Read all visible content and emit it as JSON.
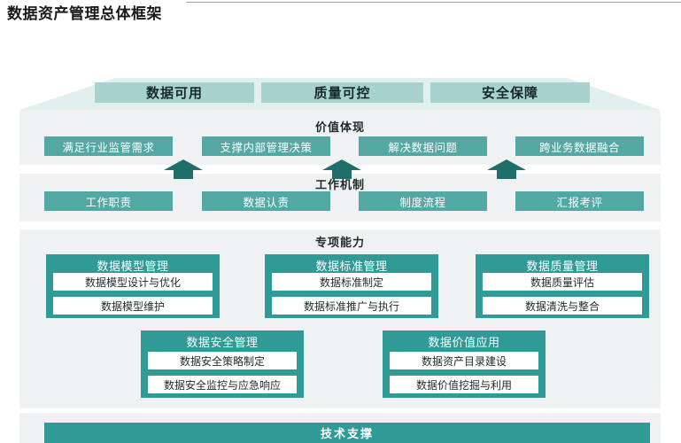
{
  "page": {
    "title": "数据资产管理总体框架"
  },
  "roof": {
    "items": [
      "数据可用",
      "质量可控",
      "安全保障"
    ]
  },
  "value": {
    "title": "价值体现",
    "items": [
      "满足行业监管需求",
      "支撑内部管理决策",
      "解决数据问题",
      "跨业务数据融合"
    ]
  },
  "mechanism": {
    "title": "工作机制",
    "items": [
      "工作职责",
      "数据认责",
      "制度流程",
      "汇报考评"
    ]
  },
  "capabilities": {
    "title": "专项能力",
    "modules": [
      {
        "title": "数据模型管理",
        "items": [
          "数据模型设计与优化",
          "数据模型维护"
        ]
      },
      {
        "title": "数据标准管理",
        "items": [
          "数据标准制定",
          "数据标准推广与执行"
        ]
      },
      {
        "title": "数据质量管理",
        "items": [
          "数据质量评估",
          "数据清洗与整合"
        ]
      },
      {
        "title": "数据安全管理",
        "items": [
          "数据安全策略制定",
          "数据安全监控与应急响应"
        ]
      },
      {
        "title": "数据价值应用",
        "items": [
          "数据资产目录建设",
          "数据价值挖掘与利用"
        ]
      }
    ]
  },
  "tech": {
    "title": "技术支撑"
  },
  "colors": {
    "roof": "#a8d2d0",
    "tile": "#53a8a3",
    "module": "#2f9a96",
    "arrow": "#1e6e6a",
    "panel": "#eff1f2"
  }
}
